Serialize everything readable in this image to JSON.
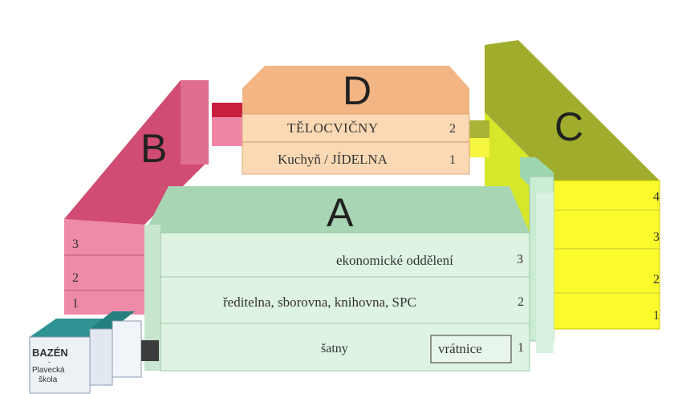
{
  "buildings": {
    "D": {
      "letter": "D",
      "floors": [
        {
          "name": "TĚLOCVIČNY",
          "number": "2"
        },
        {
          "name": "Kuchyň / JÍDELNA",
          "number": "1"
        }
      ]
    },
    "B": {
      "letter": "B",
      "floors": [
        "3",
        "2",
        "1"
      ]
    },
    "C": {
      "letter": "C",
      "floors": [
        "4",
        "3",
        "2",
        "1"
      ]
    },
    "A": {
      "letter": "A",
      "floors": [
        {
          "name": "ekonomické oddělení",
          "number": "3"
        },
        {
          "name": "ředitelna, sborovna, knihovna, SPC",
          "number": "2"
        },
        {
          "name": "šatny",
          "number": "1",
          "room": "vrátnice"
        }
      ]
    },
    "pool": {
      "name": "BAZÉN",
      "dash": "-",
      "subtitle_line1": "Plavecká",
      "subtitle_line2": "škola"
    }
  },
  "colors": {
    "D_roof": "#f2b583",
    "D_wall": "#fbd9b4",
    "B_roof": "#d04c73",
    "B_wall": "#ee8ba8",
    "C_roof": "#a0ad2c",
    "C_side": "#d6e72a",
    "C_front": "#fbfb2c",
    "A_roof": "#a8d6b4",
    "A_wall": "#dff3e3",
    "pool_roof": "#2f9393",
    "pool_wall": "#eef1f6"
  }
}
